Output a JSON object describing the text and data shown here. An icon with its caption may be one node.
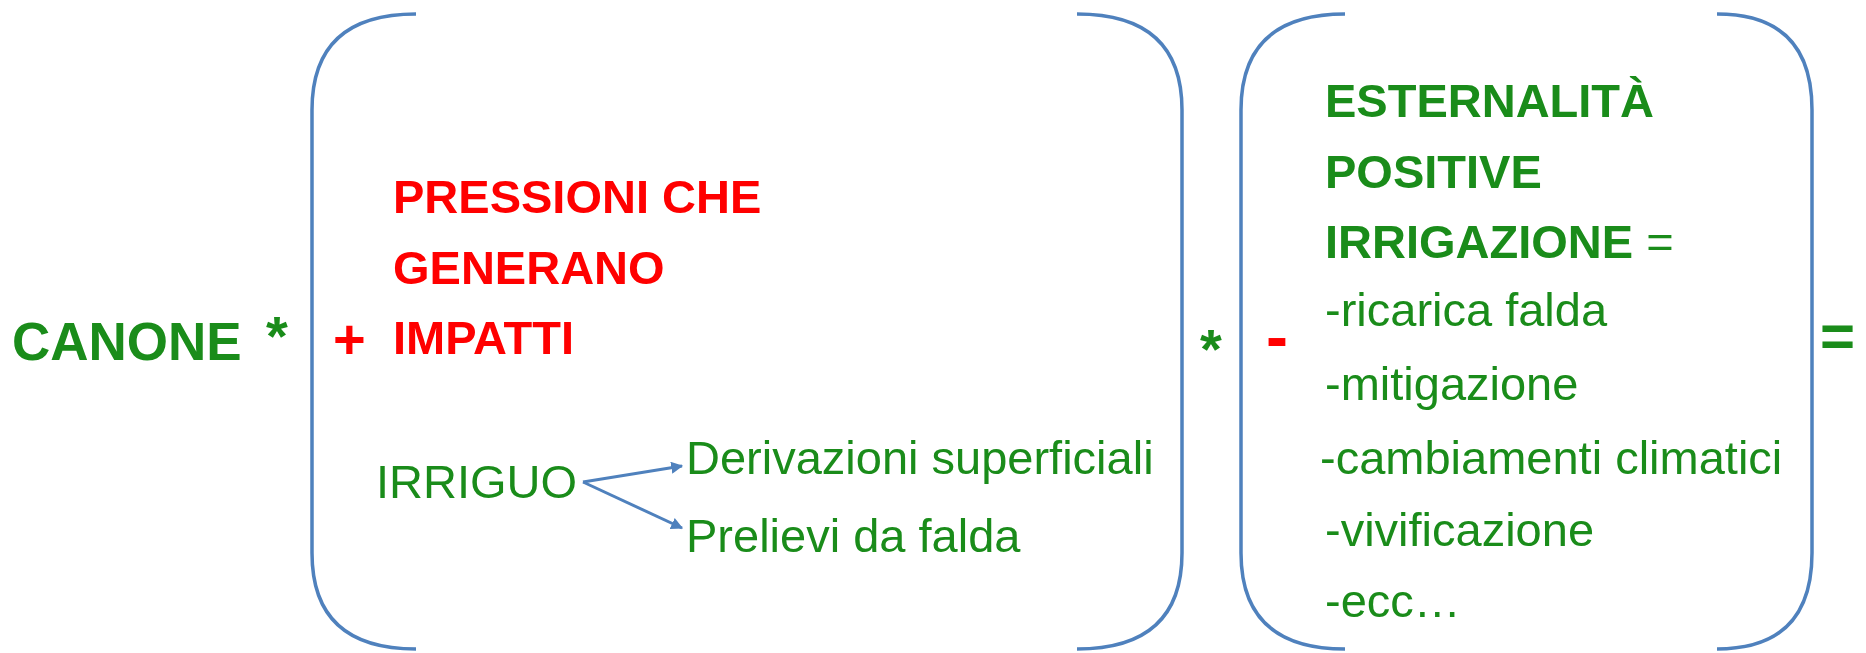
{
  "diagram": {
    "nodes": [
      {
        "text": [
          "IRRIGUO"
        ]
      },
      {
        "text": [
          "Derivazioni superficiali"
        ]
      },
      {
        "text": [
          "Prelievi da falda"
        ]
      }
    ],
    "edges": [
      {
        "from": 0,
        "to": 1,
        "arrow": "to"
      },
      {
        "from": 0,
        "to": 2,
        "arrow": "to"
      }
    ],
    "labels": [
      "CANONE",
      "*",
      "+",
      "PRESSIONI CHE GENERANO IMPATTI",
      "*",
      "-",
      "**ESTERNALITÀ POSITIVE IRRIGAZIONE** =",
      "-ricarica falda",
      "-mitigazione",
      "-cambiamenti climatici",
      "-vivificazione",
      "-ecc…",
      "="
    ]
  }
}
